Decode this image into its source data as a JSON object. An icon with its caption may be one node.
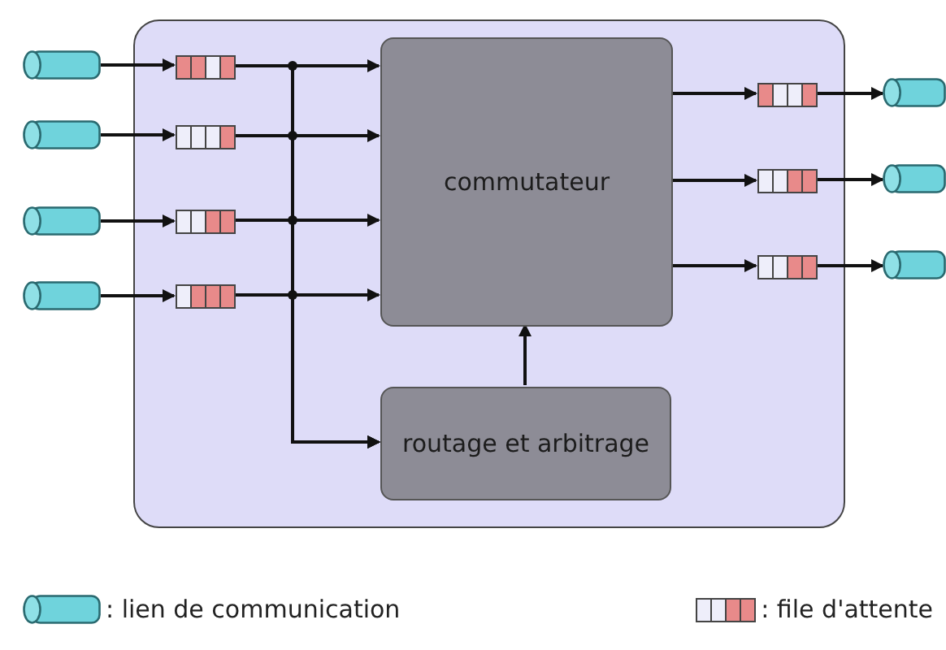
{
  "diagram": {
    "nodes": [
      {
        "text": [],
        "shape": "box"
      },
      {
        "text": [
          "commutateur"
        ],
        "in": 0
      },
      {
        "text": [
          "routage et arbitrage"
        ],
        "in": 0
      },
      {
        "text": [],
        "shape": "cylinder"
      },
      {
        "text": [],
        "shape": "cylinder"
      },
      {
        "text": [],
        "shape": "cylinder"
      },
      {
        "text": [],
        "shape": "cylinder"
      },
      {
        "text": [],
        "shape": "bar",
        "in": 0
      },
      {
        "text": [],
        "shape": "bar",
        "in": 0
      },
      {
        "text": [],
        "shape": "bar",
        "in": 0
      },
      {
        "text": [],
        "shape": "bar",
        "in": 0
      },
      {
        "text": [],
        "shape": "bar",
        "in": 0
      },
      {
        "text": [],
        "shape": "bar",
        "in": 0
      },
      {
        "text": [],
        "shape": "bar",
        "in": 0
      },
      {
        "text": [],
        "shape": "cylinder"
      },
      {
        "text": [],
        "shape": "cylinder"
      },
      {
        "text": [],
        "shape": "cylinder"
      }
    ],
    "edges": [
      {
        "from": 3,
        "to": 7,
        "arrow": "to"
      },
      {
        "from": 4,
        "to": 8,
        "arrow": "to"
      },
      {
        "from": 5,
        "to": 9,
        "arrow": "to"
      },
      {
        "from": 6,
        "to": 10,
        "arrow": "to"
      },
      {
        "from": 7,
        "to": 1,
        "arrow": "to"
      },
      {
        "from": 8,
        "to": 1,
        "arrow": "to"
      },
      {
        "from": 9,
        "to": 1,
        "arrow": "to"
      },
      {
        "from": 10,
        "to": 1,
        "arrow": "to"
      },
      {
        "from": 7,
        "to": 2,
        "arrow": "to"
      },
      {
        "from": 8,
        "to": 2,
        "arrow": "to"
      },
      {
        "from": 9,
        "to": 2,
        "arrow": "to"
      },
      {
        "from": 10,
        "to": 2,
        "arrow": "to"
      },
      {
        "from": 2,
        "to": 1,
        "arrow": "to"
      },
      {
        "from": 1,
        "to": 11,
        "arrow": "to"
      },
      {
        "from": 1,
        "to": 12,
        "arrow": "to"
      },
      {
        "from": 1,
        "to": 13,
        "arrow": "to"
      },
      {
        "from": 11,
        "to": 14,
        "arrow": "to"
      },
      {
        "from": 12,
        "to": 15,
        "arrow": "to"
      },
      {
        "from": 13,
        "to": 16,
        "arrow": "to"
      }
    ],
    "legend": [
      {
        "text": ": lien de communication"
      },
      {
        "text": ": file d'attente"
      }
    ]
  }
}
